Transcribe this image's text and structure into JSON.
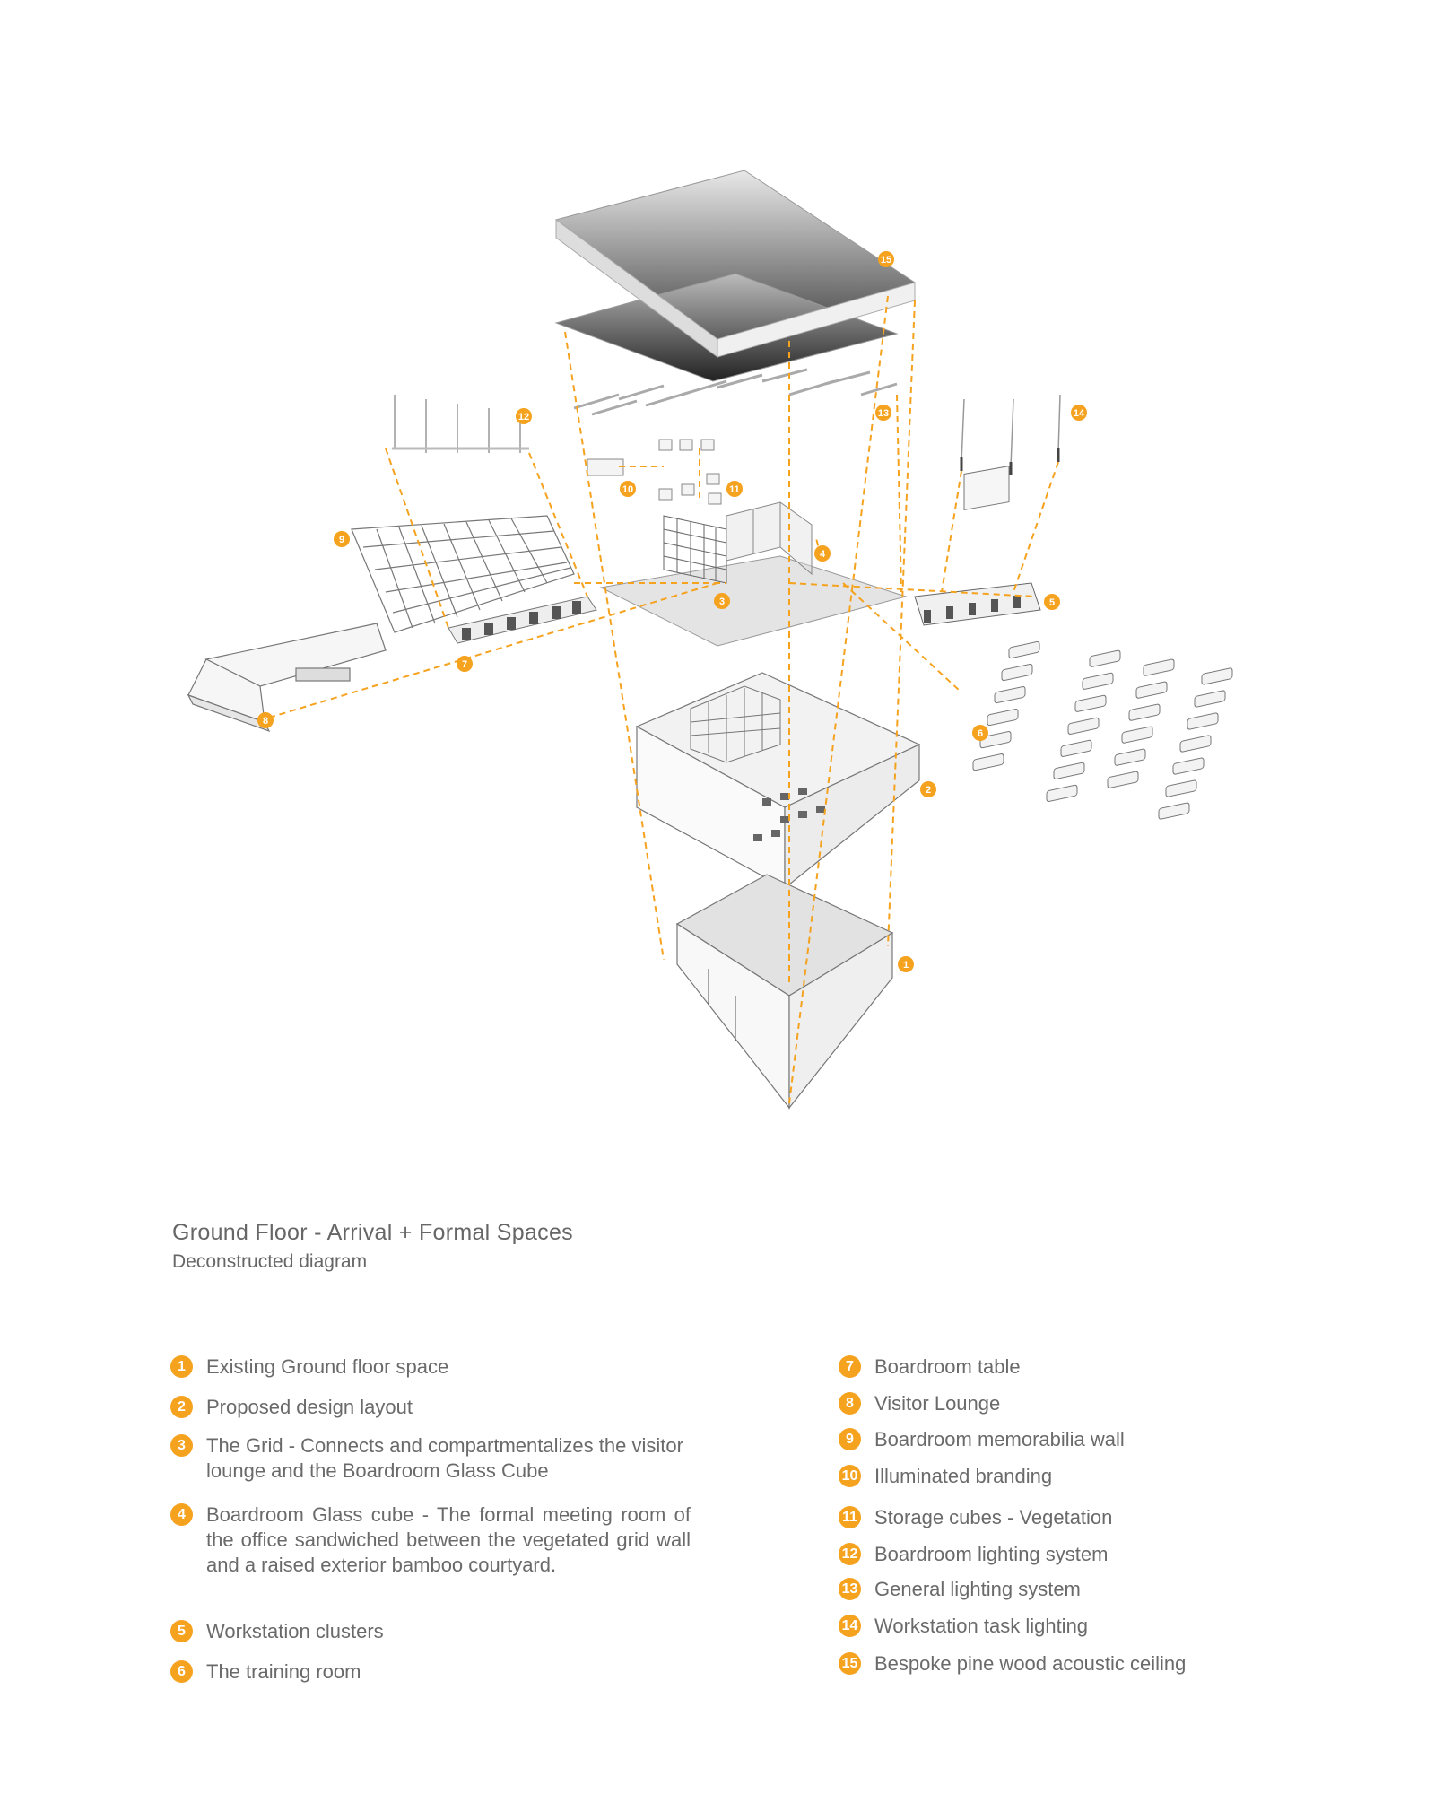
{
  "heading": {
    "title": "Ground Floor - Arrival + Formal Spaces",
    "subtitle": "Deconstructed diagram"
  },
  "legend_left": [
    {
      "num": "1",
      "text": "Existing Ground floor space"
    },
    {
      "num": "2",
      "text": "Proposed design layout"
    },
    {
      "num": "3",
      "text": "The Grid - Connects and compartmentalizes the visitor lounge and the Boardroom Glass Cube"
    },
    {
      "num": "4",
      "text": "Boardroom Glass cube - The formal meeting room of the office sandwiched between the vegetated grid wall and a raised exterior bamboo courtyard."
    },
    {
      "num": "5",
      "text": "Workstation clusters"
    },
    {
      "num": "6",
      "text": "The training room"
    }
  ],
  "legend_right": [
    {
      "num": "7",
      "text": "Boardroom table"
    },
    {
      "num": "8",
      "text": "Visitor Lounge"
    },
    {
      "num": "9",
      "text": "Boardroom memorabilia wall"
    },
    {
      "num": "10",
      "text": "Illuminated branding"
    },
    {
      "num": "11",
      "text": "Storage cubes - Vegetation"
    },
    {
      "num": "12",
      "text": "Boardroom lighting system"
    },
    {
      "num": "13",
      "text": "General lighting system"
    },
    {
      "num": "14",
      "text": "Workstation task lighting"
    },
    {
      "num": "15",
      "text": "Bespoke pine wood acoustic ceiling"
    }
  ],
  "markers": [
    "1",
    "2",
    "3",
    "4",
    "5",
    "6",
    "7",
    "8",
    "9",
    "10",
    "11",
    "12",
    "13",
    "14",
    "15"
  ],
  "colors": {
    "accent": "#f5a21f",
    "line": "#888888",
    "text": "#6a6a6a"
  }
}
